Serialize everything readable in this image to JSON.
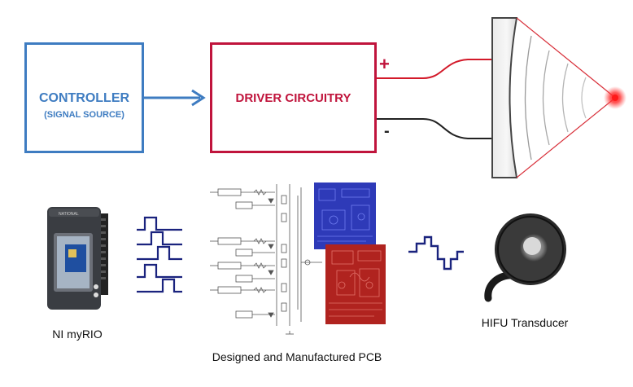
{
  "controller": {
    "title": "CONTROLLER",
    "subtitle": "(SIGNAL SOURCE)",
    "color": "#3e7cc1"
  },
  "driver": {
    "title": "DRIVER CIRCUITRY",
    "color": "#c0143c"
  },
  "terminals": {
    "positive": "+",
    "negative": "-"
  },
  "captions": {
    "myrio": "NI myRIO",
    "pcb": "Designed and Manufactured PCB",
    "transducer": "HIFU Transducer"
  },
  "colors": {
    "signal_wave": "#1a237e",
    "pcb_blue": "#2e3ab8",
    "pcb_red": "#b0231f",
    "focus_point": "#ff2020"
  },
  "icons": [
    "myrio-device-icon",
    "pulse-train-icon",
    "schematic-icon",
    "pcb-board-icon",
    "stepped-wave-icon",
    "hifu-transducer-icon",
    "transducer-lens-icon"
  ]
}
